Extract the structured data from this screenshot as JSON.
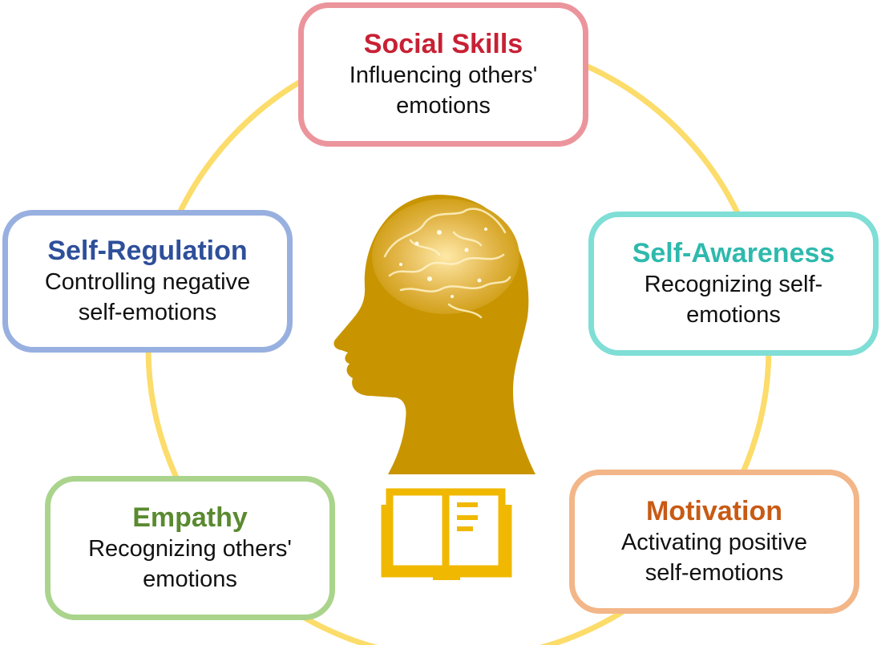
{
  "diagram": {
    "ring_color": "#fcdc6a",
    "head_color": "#c89500",
    "book_color": "#f0b800",
    "nodes": [
      {
        "id": "social-skills",
        "title": "Social Skills",
        "description": "Influencing others' emotions",
        "title_color": "#c82034",
        "border_color": "#ec949c"
      },
      {
        "id": "self-regulation",
        "title": "Self-Regulation",
        "description": "Controlling negative self-emotions",
        "title_color": "#2e4f9a",
        "border_color": "#98b0e0"
      },
      {
        "id": "self-awareness",
        "title": "Self-Awareness",
        "description": "Recognizing self-emotions",
        "title_color": "#2eb9ad",
        "border_color": "#7fded6"
      },
      {
        "id": "empathy",
        "title": "Empathy",
        "description": "Recognizing others' emotions",
        "title_color": "#5a8a30",
        "border_color": "#aad48c"
      },
      {
        "id": "motivation",
        "title": "Motivation",
        "description": "Activating positive self-emotions",
        "title_color": "#c85a14",
        "border_color": "#f3b688"
      }
    ],
    "icons": [
      "head-brain-icon",
      "open-book-icon"
    ]
  }
}
